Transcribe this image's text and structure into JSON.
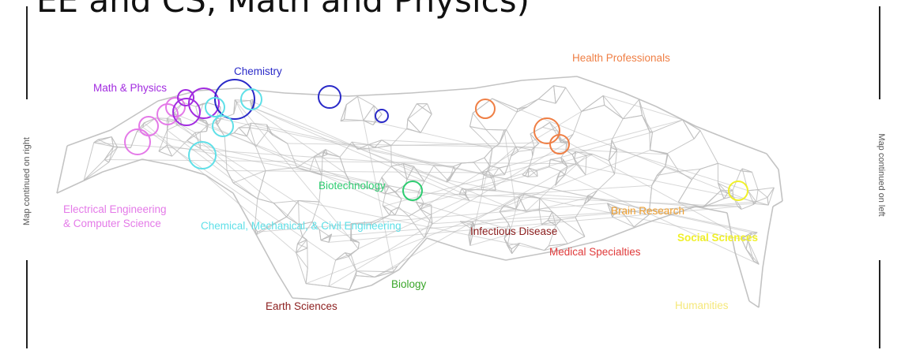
{
  "slide_title": "EE and CS, Math and Physics)",
  "edge_left_text": "Map continued on right",
  "edge_right_text": "Map continued on left",
  "colors": {
    "network": "#bdbdbd",
    "math_physics": "#a22be0",
    "chemistry": "#2a2ac8",
    "ee_cs": "#e47ae8",
    "chemical_eng": "#5fe0e8",
    "biotechnology": "#2ecc71",
    "biology": "#3aa62a",
    "earth_sciences": "#8b1d1d",
    "infectious_disease": "#8b1d1d",
    "medical_specialties": "#e03a3a",
    "health_professionals": "#ef7f45",
    "brain_research": "#f0a030",
    "social_sciences": "#f0f02a",
    "humanities": "#f5e87a"
  },
  "labels": {
    "math_physics": "Math & Physics",
    "chemistry": "Chemistry",
    "health_professionals": "Health Professionals",
    "biotechnology": "Biotechnology",
    "ee_cs_line1": "Electrical Engineering",
    "ee_cs_line2": "& Computer Science",
    "chemical_eng": "Chemical, Mechanical, & Civil Engineering",
    "infectious_disease": "Infectious Disease",
    "brain_research": "Brain Research",
    "social_sciences": "Social Sciences",
    "medical_specialties": "Medical Specialties",
    "biology": "Biology",
    "earth_sciences": "Earth Sciences",
    "humanities": "Humanities"
  }
}
